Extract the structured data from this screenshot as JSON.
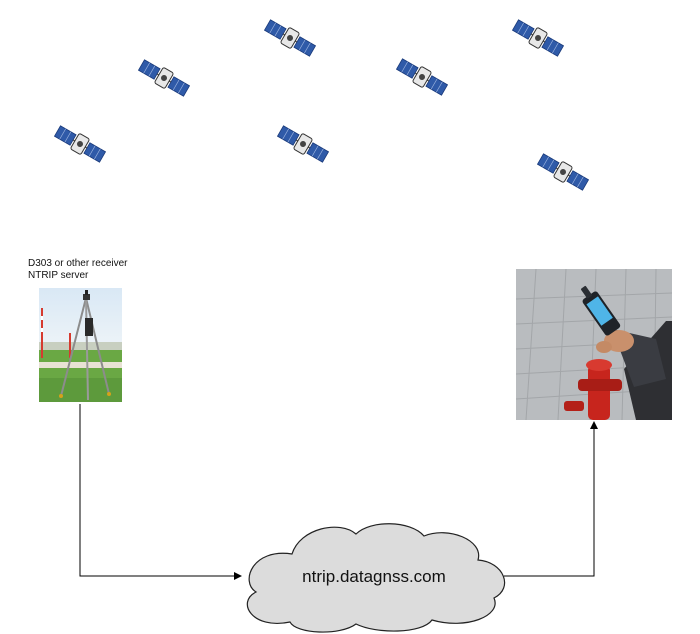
{
  "base_station": {
    "label_line1": "D303 or other receiver",
    "label_line2": "NTRIP server",
    "image": "surveying-tripod-receiver"
  },
  "rover": {
    "image": "handheld-gnss-rover-device"
  },
  "caster": {
    "label": "ntrip.datagnss.com",
    "shape": "cloud"
  },
  "satellites": {
    "count": 7,
    "icon": "satellite-icon"
  },
  "colors": {
    "cloud_fill": "#dcdcdc",
    "cloud_stroke": "#222222",
    "connector": "#000000",
    "satellite_panel": "#2f5aa8"
  }
}
